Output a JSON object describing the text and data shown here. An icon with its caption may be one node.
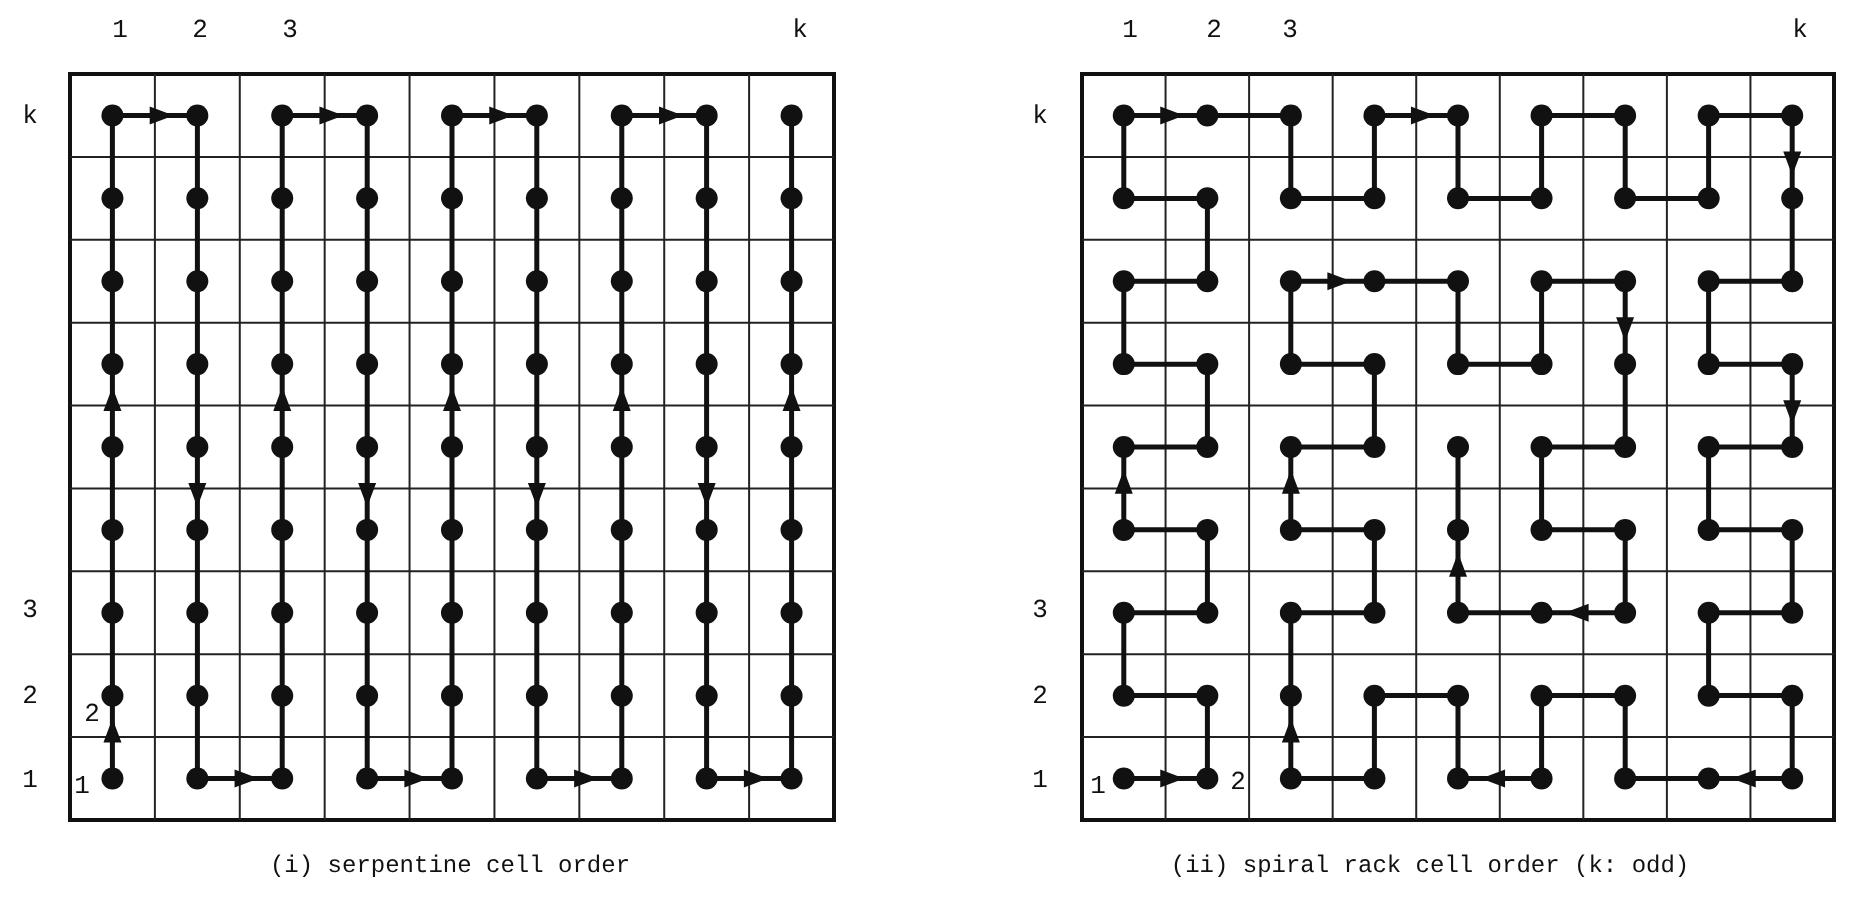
{
  "diagram": {
    "labels": [
      "1",
      "2",
      "3",
      "k",
      "1",
      "2",
      "3",
      "k",
      "k",
      "3",
      "2",
      "1",
      "2",
      "1",
      "k",
      "3",
      "2",
      "1",
      "1",
      "2",
      "(i) serpentine cell order",
      "(ii) spiral rack cell order (k: odd)"
    ]
  }
}
